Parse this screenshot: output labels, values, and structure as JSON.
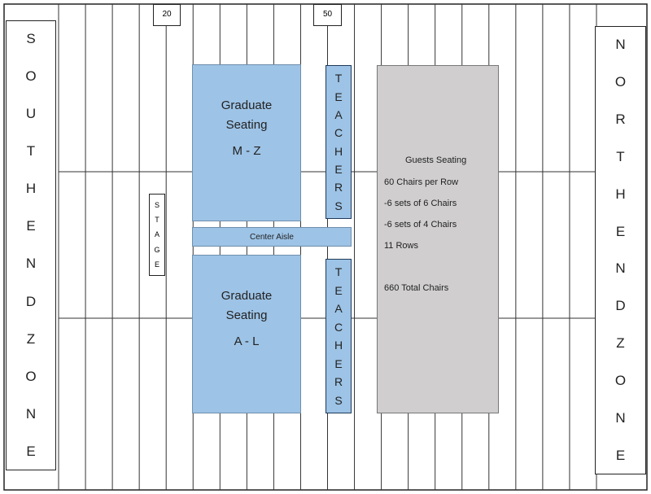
{
  "yard_markers": {
    "left": "20",
    "center": "50"
  },
  "south_zone": [
    "S",
    "O",
    "U",
    "T",
    "H",
    "E",
    "N",
    "D",
    "Z",
    "O",
    "N",
    "E"
  ],
  "north_zone": [
    "N",
    "O",
    "R",
    "T",
    "H",
    "E",
    "N",
    "D",
    "Z",
    "O",
    "N",
    "E"
  ],
  "grad_top": {
    "line1": "Graduate",
    "line2": "Seating",
    "line3": "M - Z"
  },
  "grad_bottom": {
    "line1": "Graduate",
    "line2": "Seating",
    "line3": "A - L"
  },
  "teachers": [
    "T",
    "E",
    "A",
    "C",
    "H",
    "E",
    "R",
    "S"
  ],
  "center_aisle": "Center Aisle",
  "stage": [
    "S",
    "T",
    "A",
    "G",
    "E"
  ],
  "guests": {
    "title": "Guests Seating",
    "l1": "60 Chairs per Row",
    "l2": "-6 sets of 6 Chairs",
    "l3": "-6 sets of 4 Chairs",
    "l4": "11 Rows",
    "l5": "660 Total Chairs"
  },
  "colors": {
    "seating": "#9dc3e6",
    "guests": "#d0cece"
  }
}
